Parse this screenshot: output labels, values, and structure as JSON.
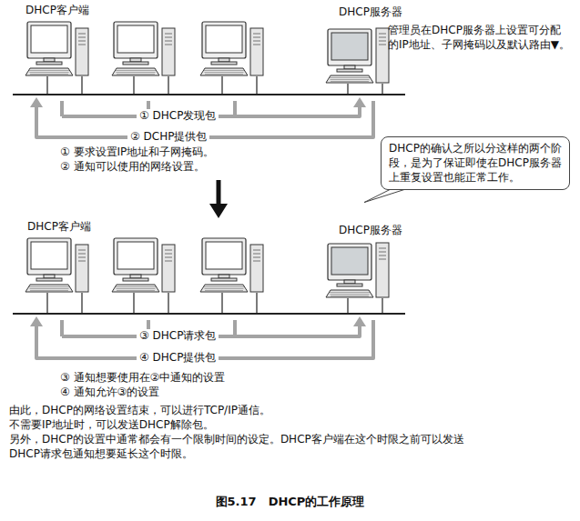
{
  "diagram": {
    "caption": "图5.17　DHCP的工作原理",
    "nodes": [
      {
        "text": [
          "DHCP的确认之所以分这样的两个阶段，是为了保证即使在DHCP服务器上重复设置也能正常工作。"
        ]
      }
    ],
    "labels": [
      "DHCP客户端",
      "DHCP服务器",
      "管理员在DHCP服务器上设置可分配的IP地址、子网掩码以及默认路由▼。",
      "① DHCP发现包",
      "② DCHP提供包",
      "① 要求设置IP地址和子网掩码。",
      "② 通知可以使用的网络设置。",
      "DHCP客户端",
      "DHCP服务器",
      "③ DHCP请求包",
      "④ DHCP提供包",
      "③ 通知想要使用在②中通知的设置",
      "④ 通知允许③的设置",
      "由此，DHCP的网络设置结束，可以进行TCP/IP通信。",
      "不需要IP地址时，可以发送DHCP解除包。",
      "另外，DHCP的设置中通常都会有一个限制时间的设定。DHCP客户端在这个时限之前可以发送DHCP请求包通知想要延长这个时限。"
    ]
  }
}
